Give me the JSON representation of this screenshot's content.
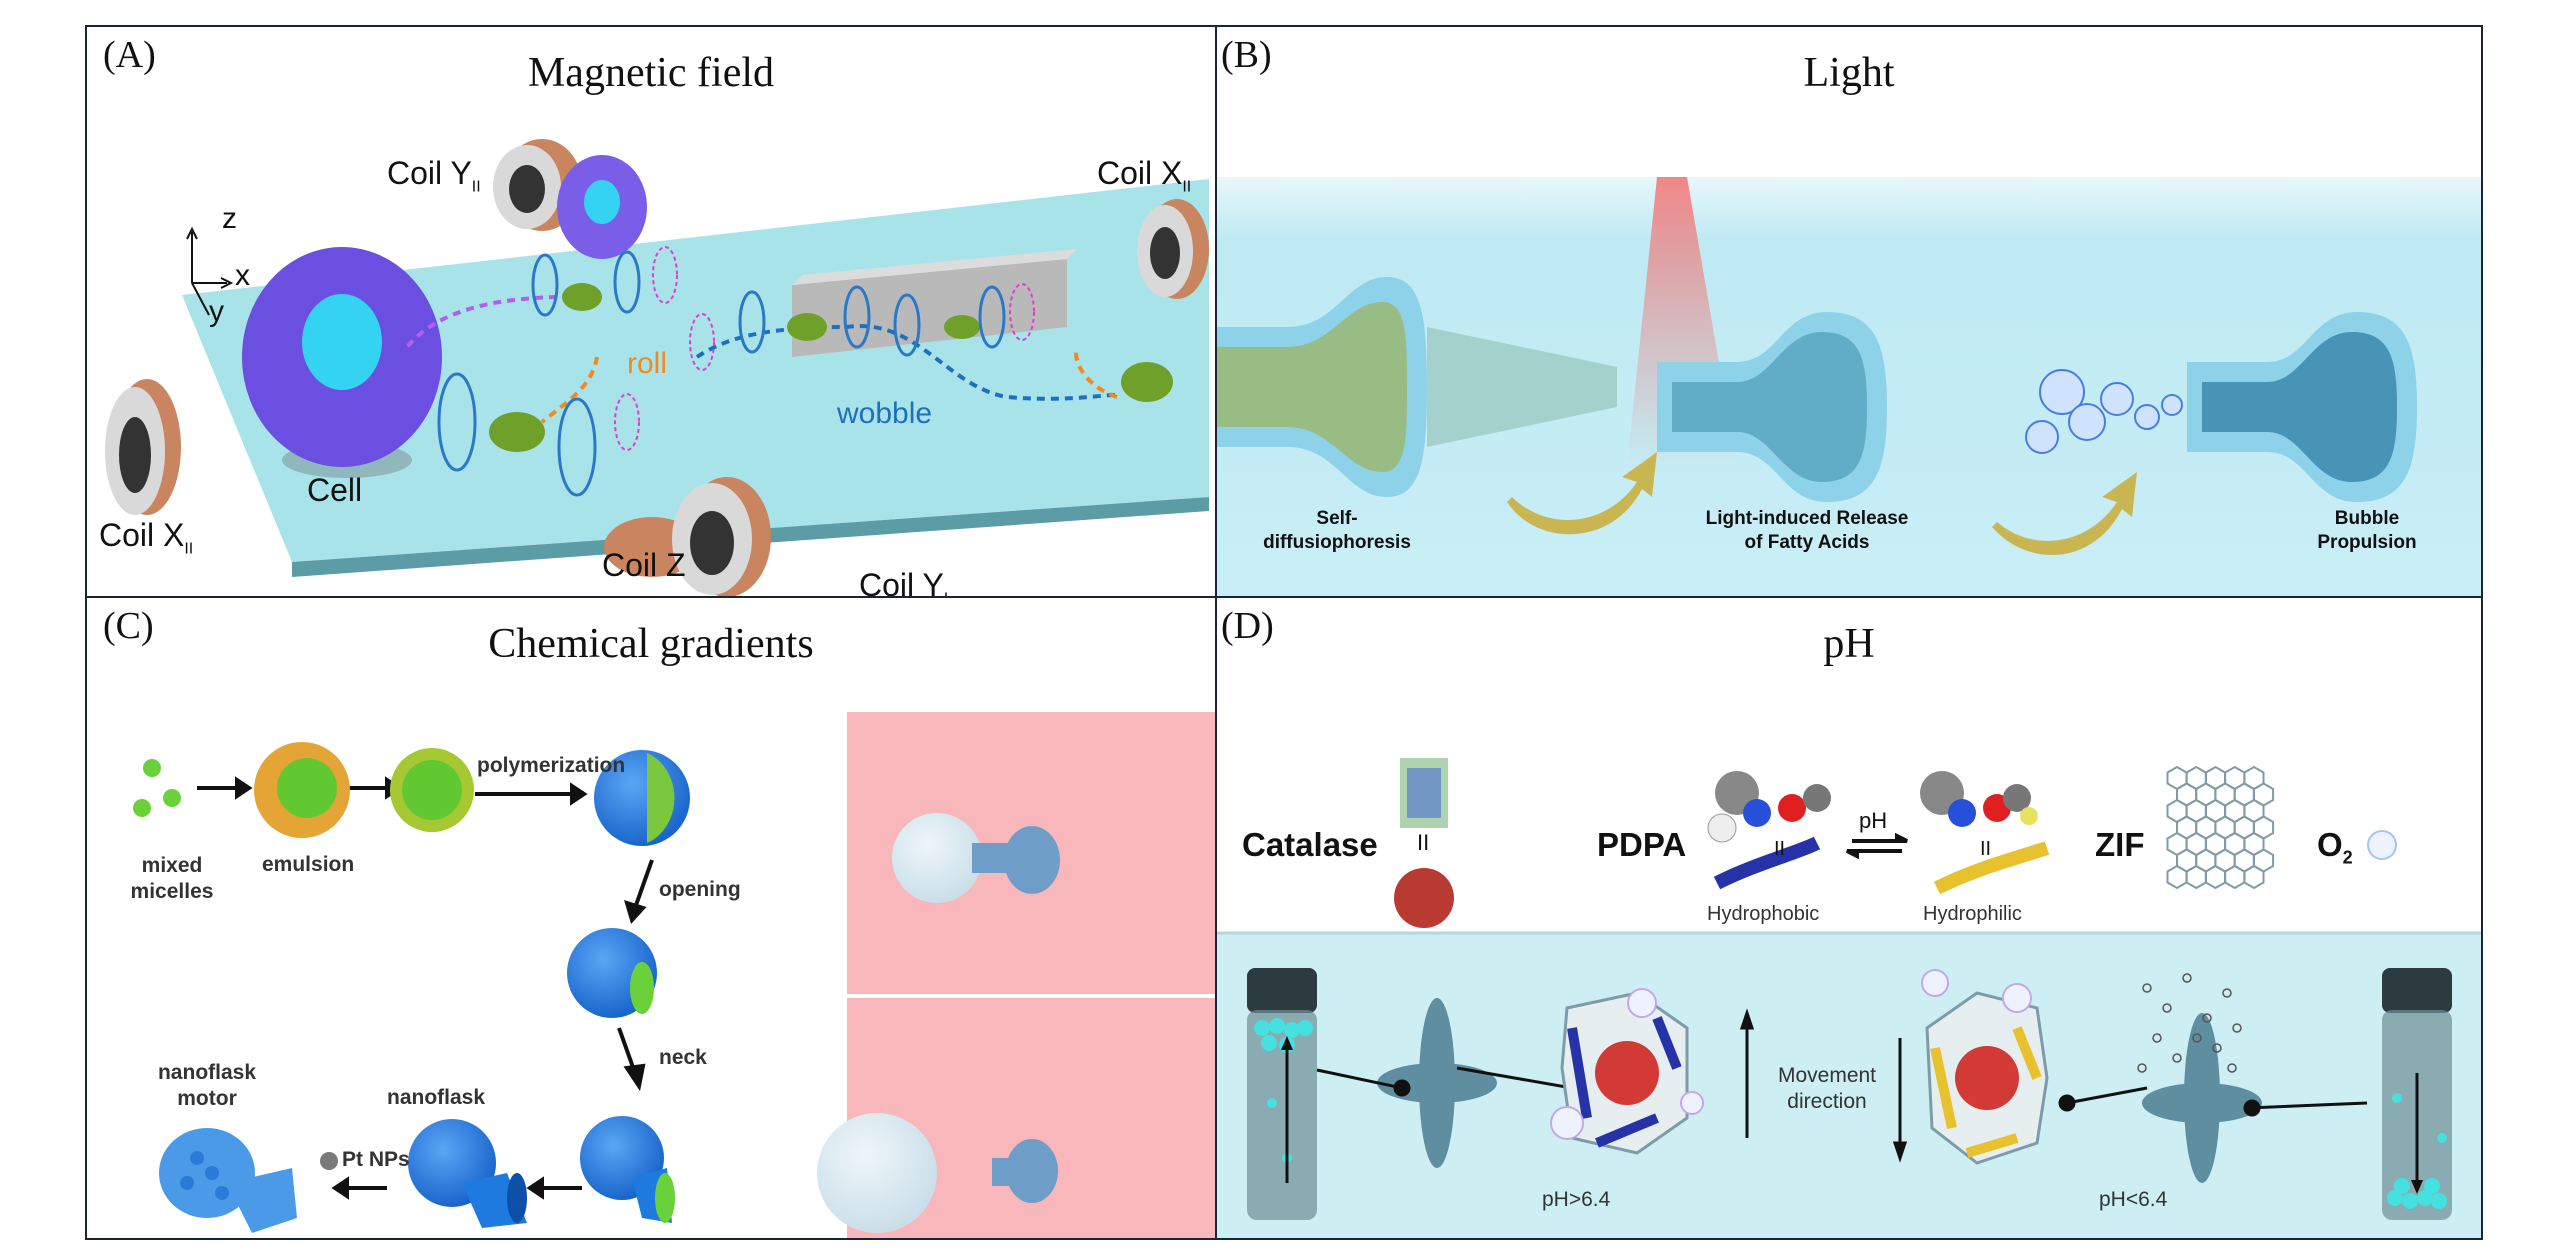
{
  "panels": {
    "a": {
      "label": "(A)",
      "title": "Magnetic field",
      "axes": {
        "z": "z",
        "x": "x",
        "y": "y"
      },
      "coils": {
        "y_upper": "Coil Y",
        "y_upper_sub": "II",
        "x_right": "Coil X",
        "x_right_sub": "II",
        "x_left": "Coil X",
        "x_left_sub": "II",
        "z": "Coil Z",
        "y_lower": "Coil Y",
        "y_lower_sub": "I"
      },
      "cell_label": "Cell",
      "roll_label": "roll",
      "wobble_label": "wobble",
      "colors": {
        "platform": "#a9e3ea",
        "cell": "#6b4fe0",
        "nucleus": "#35d3f2",
        "roll": "#f08a1e",
        "wobble": "#1f6fc0",
        "purple_path": "#b45ef0"
      }
    },
    "b": {
      "label": "(B)",
      "title": "Light",
      "steps": [
        {
          "line1": "Self-",
          "line2": "diffusiophoresis"
        },
        {
          "line1": "Light-induced Release",
          "line2": "of Fatty Acids"
        },
        {
          "line1": "Bubble",
          "line2": "Propulsion"
        }
      ],
      "colors": {
        "background": "#bfeaf3",
        "flask": "#8ed2ea",
        "laser": "#f07a7a",
        "arrow": "#c9b653"
      }
    },
    "c": {
      "label": "(C)",
      "title": "Chemical gradients",
      "steps": {
        "mixed_micelles": [
          "mixed",
          "micelles"
        ],
        "emulsion": "emulsion",
        "polymerization": "polymerization",
        "opening": "opening",
        "neck": "neck",
        "nanoflask": "nanoflask",
        "pt_nps": "Pt NPs",
        "nanoflask_motor": [
          "nanoflask",
          "motor"
        ]
      },
      "colors": {
        "sphere": "#1f7ae0",
        "green": "#5fd12a",
        "pink_bg": "#f8b8bb"
      }
    },
    "d": {
      "label": "(D)",
      "title": "pH",
      "components": {
        "catalase": "Catalase",
        "pdpa": "PDPA",
        "ph_arrow": "pH",
        "zif": "ZIF",
        "o2": "O",
        "o2_sub": "2",
        "hydrophobic": "Hydrophobic",
        "hydrophilic": "Hydrophilic",
        "equals": "II"
      },
      "movement": [
        "Movement",
        "direction"
      ],
      "ph_high": "pH>6.4",
      "ph_low": "pH<6.4",
      "colors": {
        "water": "#cdeff3",
        "catalase": "#b83a30",
        "hydrophobic": "#2633a8",
        "hydrophilic": "#e8c12e",
        "zif": "#7d9ba8"
      }
    }
  }
}
